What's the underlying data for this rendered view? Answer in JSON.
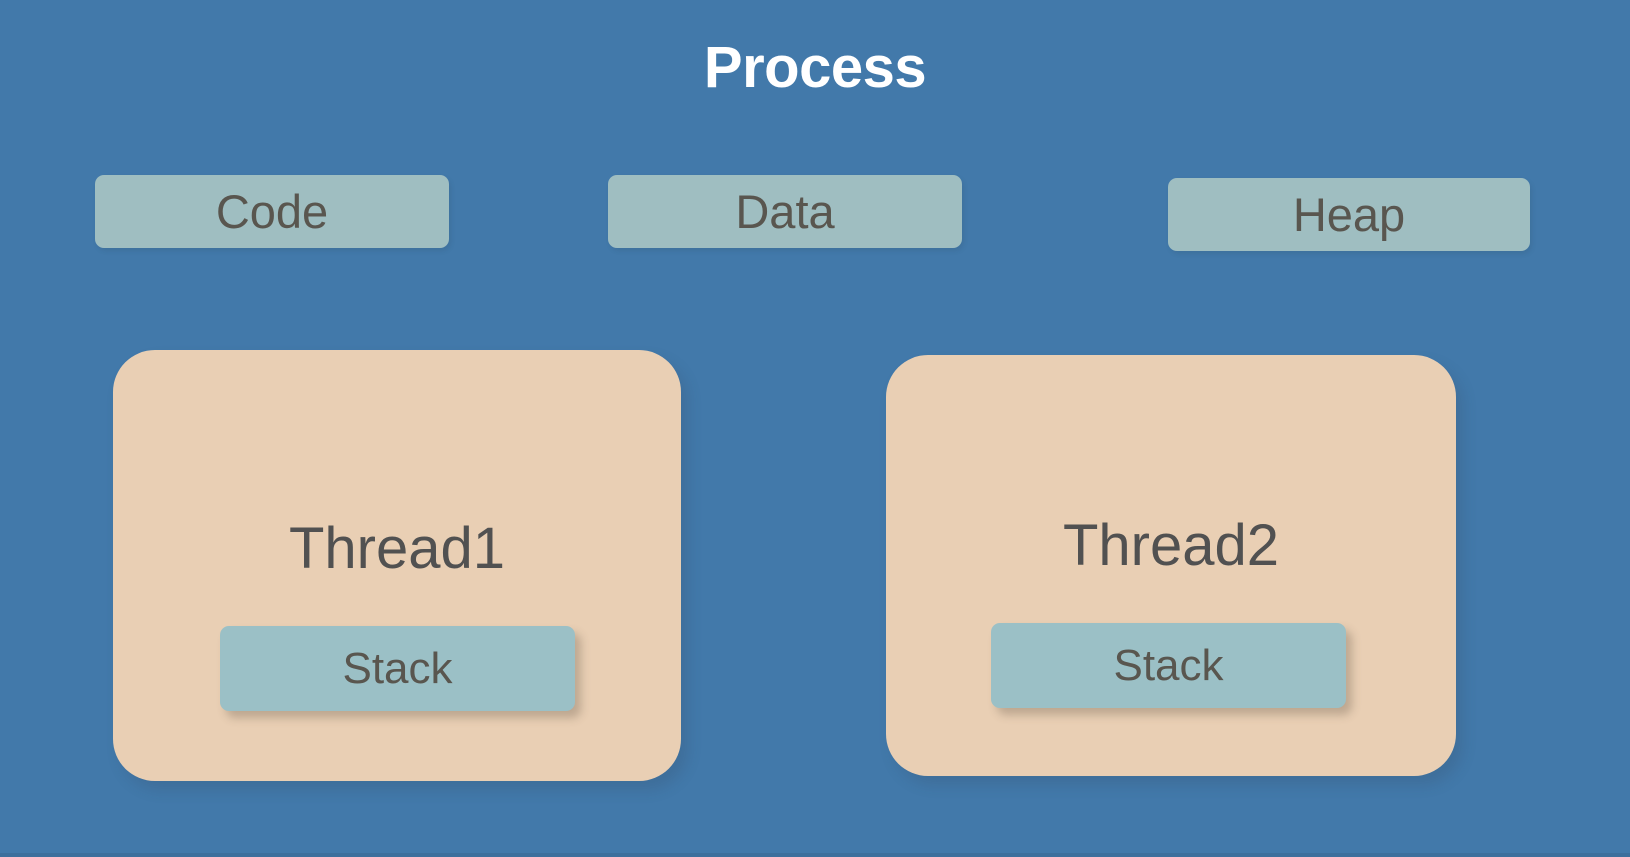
{
  "diagram": {
    "title": "Process",
    "background_color": "#4279aa",
    "segments": [
      {
        "id": "code",
        "label": "Code",
        "color": "#9fbec1"
      },
      {
        "id": "data",
        "label": "Data",
        "color": "#9fbec1"
      },
      {
        "id": "heap",
        "label": "Heap",
        "color": "#9fbec1"
      }
    ],
    "threads": [
      {
        "id": "thread1",
        "label": "Thread1",
        "color": "#e9cfb4",
        "stack": {
          "label": "Stack",
          "color": "#9bc0c6"
        }
      },
      {
        "id": "thread2",
        "label": "Thread2",
        "color": "#e9cfb4",
        "stack": {
          "label": "Stack",
          "color": "#9bc0c6"
        }
      }
    ],
    "text_color": "#59564f",
    "title_color": "#ffffff"
  }
}
